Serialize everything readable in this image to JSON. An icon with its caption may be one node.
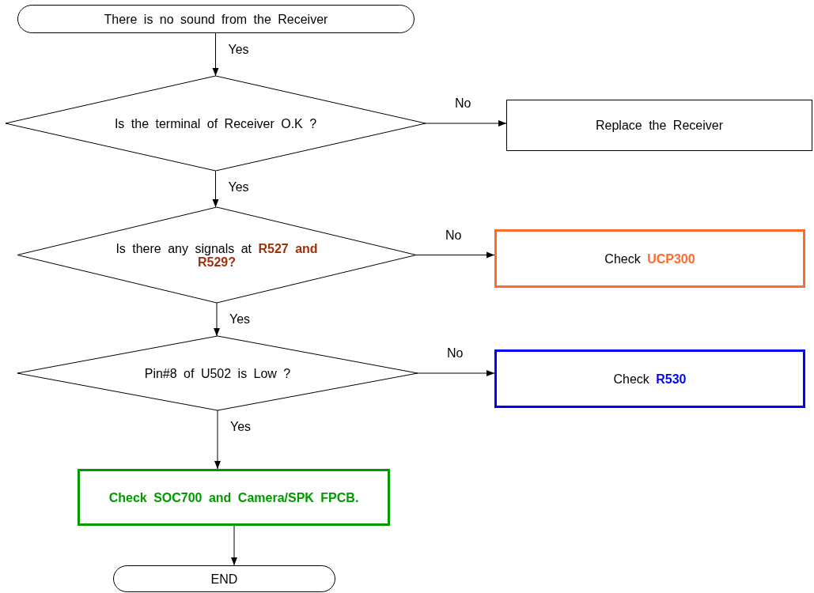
{
  "diagram": {
    "nodes": [
      {
        "text": [
          "There is no sound from the Receiver"
        ]
      },
      {
        "text": [
          "Is the terminal of Receiver O.K ?"
        ]
      },
      {
        "text": [
          "Replace the Receiver"
        ]
      },
      {
        "text": [
          "Is there any signals at **R527 and R529?**"
        ]
      },
      {
        "text": [
          "Check **UCP300**"
        ]
      },
      {
        "text": [
          "Pin#8 of U502 is Low ?"
        ]
      },
      {
        "text": [
          "Check **R530**"
        ]
      },
      {
        "text": [
          "Check SOC700 and Camera/SPK FPCB."
        ]
      },
      {
        "text": [
          "END"
        ]
      }
    ],
    "edges": [
      {
        "from": 0,
        "to": 1,
        "arrow": "to",
        "label": "Yes"
      },
      {
        "from": 1,
        "to": 2,
        "arrow": "to",
        "label": "No"
      },
      {
        "from": 1,
        "to": 3,
        "arrow": "to",
        "label": "Yes"
      },
      {
        "from": 3,
        "to": 4,
        "arrow": "to",
        "label": "No"
      },
      {
        "from": 3,
        "to": 5,
        "arrow": "to",
        "label": "Yes"
      },
      {
        "from": 5,
        "to": 6,
        "arrow": "to",
        "label": "No"
      },
      {
        "from": 5,
        "to": 7,
        "arrow": "to",
        "label": "Yes"
      },
      {
        "from": 7,
        "to": 8,
        "arrow": "to"
      }
    ]
  }
}
